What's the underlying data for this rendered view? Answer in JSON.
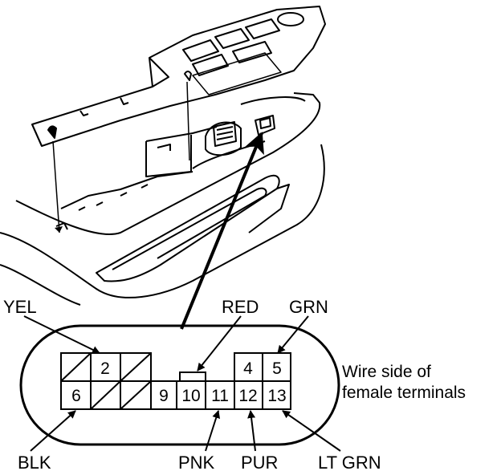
{
  "wire_labels": {
    "yel": "YEL",
    "red": "RED",
    "grn": "GRN",
    "blk": "BLK",
    "pnk": "PNK",
    "pur": "PUR",
    "lt_grn": "LT GRN"
  },
  "connector": {
    "caption_line1": "Wire side of",
    "caption_line2": "female terminals",
    "terminals": {
      "t2": "2",
      "t4": "4",
      "t5": "5",
      "t6": "6",
      "t9": "9",
      "t10": "10",
      "t11": "11",
      "t12": "12",
      "t13": "13"
    }
  }
}
